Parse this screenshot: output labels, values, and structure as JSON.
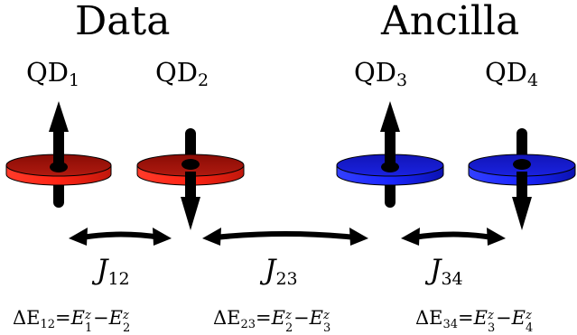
{
  "groups": {
    "data_label": "Data",
    "ancilla_label": "Ancilla"
  },
  "dots": [
    {
      "name": "QD",
      "index": "1",
      "color": "#e02a1e",
      "spin": "up"
    },
    {
      "name": "QD",
      "index": "2",
      "color": "#c42718",
      "spin": "down"
    },
    {
      "name": "QD",
      "index": "3",
      "color": "#1a22f0",
      "spin": "up"
    },
    {
      "name": "QD",
      "index": "4",
      "color": "#1a22f0",
      "spin": "down"
    }
  ],
  "couplings": [
    {
      "symbol": "J",
      "index": "12"
    },
    {
      "symbol": "J",
      "index": "23"
    },
    {
      "symbol": "J",
      "index": "34"
    }
  ],
  "energies": [
    {
      "prefix": "ΔE",
      "index": "12",
      "a": "1",
      "b": "2",
      "sup": "z",
      "var": "E"
    },
    {
      "prefix": "ΔE",
      "index": "23",
      "a": "2",
      "b": "3",
      "sup": "z",
      "var": "E"
    },
    {
      "prefix": "ΔE",
      "index": "34",
      "a": "3",
      "b": "4",
      "sup": "z",
      "var": "E"
    }
  ],
  "colors": {
    "data_disk": "#d4261a",
    "ancilla_disk": "#1a22f0",
    "arrow": "#000000"
  }
}
